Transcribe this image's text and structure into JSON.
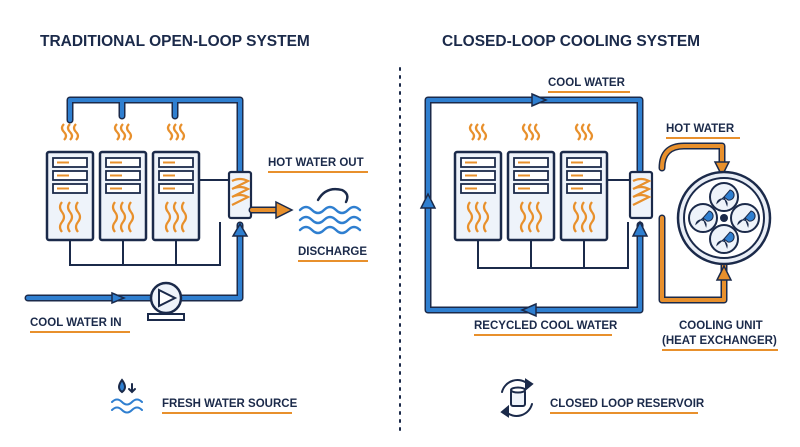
{
  "left_panel": {
    "title": "TRADITIONAL OPEN-LOOP SYSTEM",
    "hot_water_out": "HOT WATER OUT",
    "discharge": "DISCHARGE",
    "cool_water_in": "COOL WATER IN",
    "legend_fresh_water_source": "FRESH WATER SOURCE"
  },
  "right_panel": {
    "title": "CLOSED-LOOP COOLING SYSTEM",
    "cool_water": "COOL WATER",
    "hot_water": "HOT WATER",
    "recycled_cool_water": "RECYCLED COOL WATER",
    "cooling_unit_line1": "COOLING UNIT",
    "cooling_unit_line2": "(HEAT EXCHANGER)",
    "legend_closed_loop_reservoir": "CLOSED LOOP RESERVOIR"
  },
  "colors": {
    "ink": "#1b2a4a",
    "cool_pipe": "#2f7fd0",
    "hot_pipe": "#e8902c",
    "server_face": "#eef3fa",
    "fan_face": "#e9eef6"
  },
  "icons": [
    "server-rack-icon",
    "heat-wave-icon",
    "heat-exchanger-coil-icon",
    "water-pump-icon",
    "discharge-waves-icon",
    "fan-icon",
    "water-drop-icon",
    "recycle-tank-icon",
    "flow-arrow-icon"
  ]
}
